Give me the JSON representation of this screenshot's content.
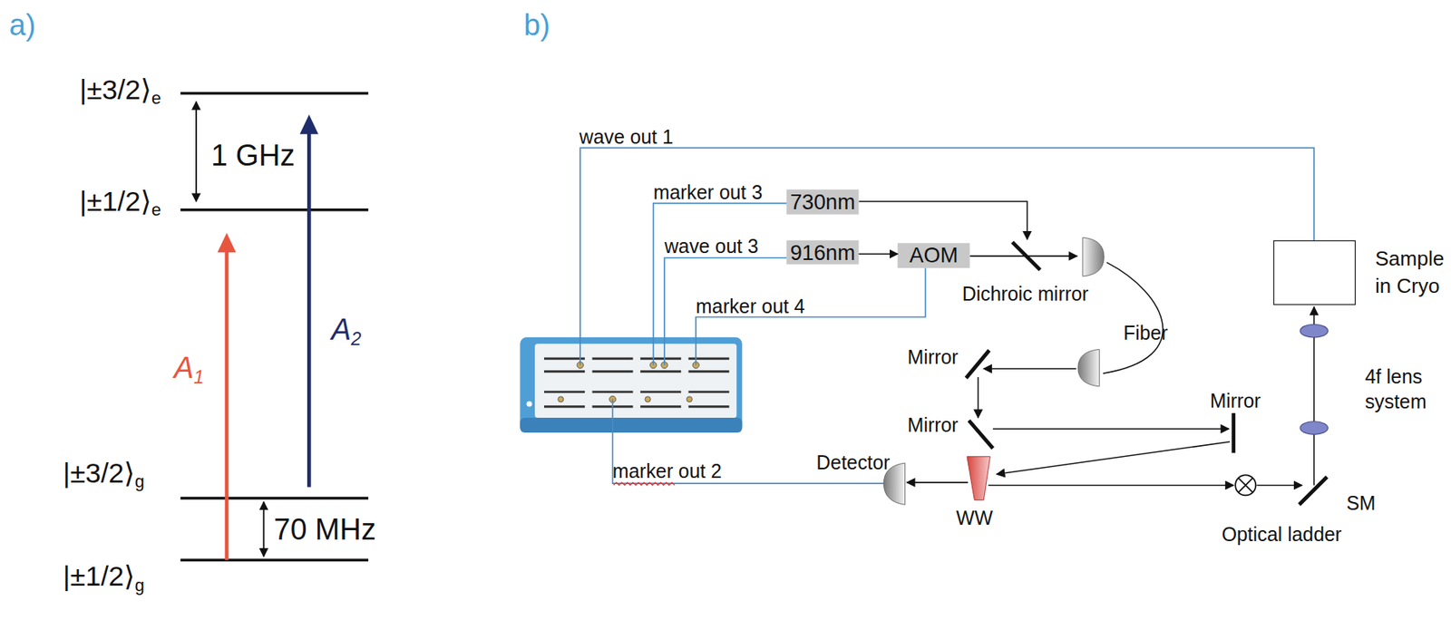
{
  "diagram": {
    "nodes": [
      {
        "text": [
          "730nm"
        ]
      },
      {
        "text": [
          "916nm"
        ]
      },
      {
        "text": [
          "AOM"
        ]
      },
      {
        "text": [
          "Sample in Cryo"
        ]
      }
    ],
    "edges": [
      {
        "from": 1,
        "to": 2,
        "arrow": "to"
      }
    ],
    "labels": [
      "a)",
      "|±3/2⟩e",
      "1 GHz",
      "|±1/2⟩e",
      "A1",
      "A2",
      "|±3/2⟩g",
      "70 MHz",
      "|±1/2⟩g",
      "b)",
      "wave out 1",
      "marker out 3",
      "wave out 3",
      "marker out 4",
      "Dichroic mirror",
      "Fiber",
      "Mirror",
      "Mirror",
      "Mirror",
      "4f lens system",
      "marker out 2",
      "Detector",
      "WW",
      "Optical ladder",
      "SM"
    ]
  }
}
